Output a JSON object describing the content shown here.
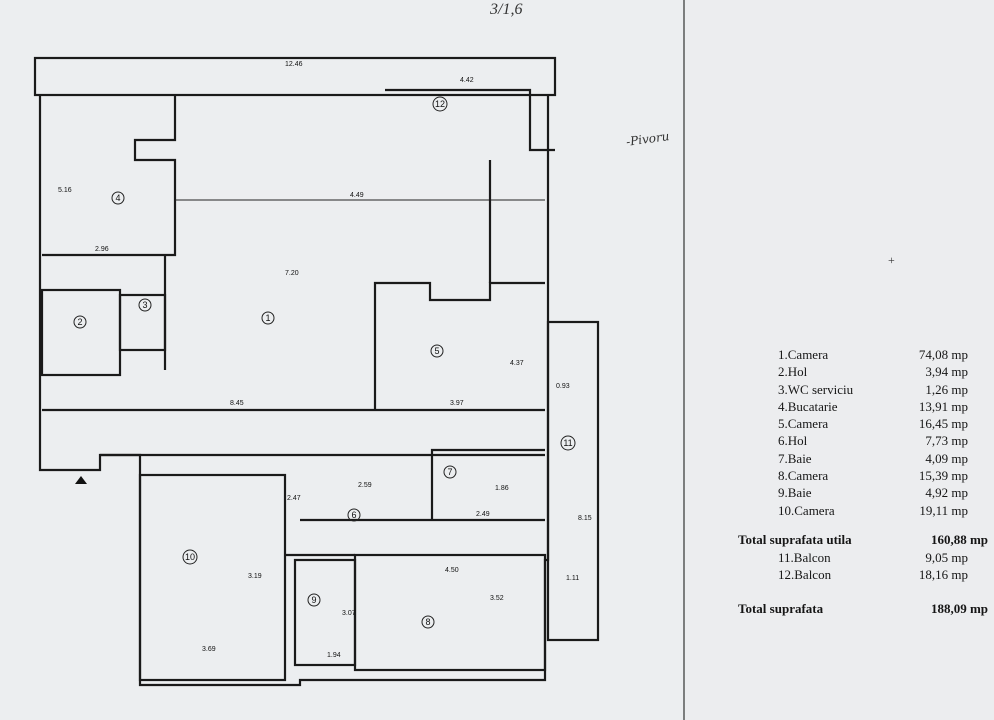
{
  "header_handwriting": "3/1,6",
  "side_handwriting": "-Pivoru",
  "rooms": [
    {
      "label": "1.Camera",
      "area": "74,08 mp"
    },
    {
      "label": "2.Hol",
      "area": "3,94 mp"
    },
    {
      "label": "3.WC serviciu",
      "area": "1,26 mp"
    },
    {
      "label": "4.Bucatarie",
      "area": "13,91 mp"
    },
    {
      "label": "5.Camera",
      "area": "16,45 mp"
    },
    {
      "label": "6.Hol",
      "area": "7,73 mp"
    },
    {
      "label": "7.Baie",
      "area": "4,09 mp"
    },
    {
      "label": "8.Camera",
      "area": "15,39 mp"
    },
    {
      "label": "9.Baie",
      "area": "4,92 mp"
    },
    {
      "label": "10.Camera",
      "area": "19,11 mp"
    }
  ],
  "useful_total": {
    "label": "Total suprafata utila",
    "area": "160,88 mp"
  },
  "balconies": [
    {
      "label": "11.Balcon",
      "area": "9,05 mp"
    },
    {
      "label": "12.Balcon",
      "area": "18,16 mp"
    }
  ],
  "grand_total": {
    "label": "Total suprafata",
    "area": "188,09 mp"
  },
  "plan": {
    "room_numbers": [
      "1",
      "2",
      "3",
      "4",
      "5",
      "6",
      "7",
      "8",
      "9",
      "10",
      "11",
      "12"
    ],
    "dimensions": [
      "12.46",
      "4.42",
      "5.16",
      "4.49",
      "2.96",
      "7.20",
      "3.97",
      "4.37",
      "8.45",
      "8.15",
      "2.59",
      "2.49",
      "1.86",
      "4.50",
      "3.52",
      "3.19",
      "3.69",
      "3.07",
      "1.94",
      "1.11",
      "2.47",
      "0.93"
    ]
  }
}
